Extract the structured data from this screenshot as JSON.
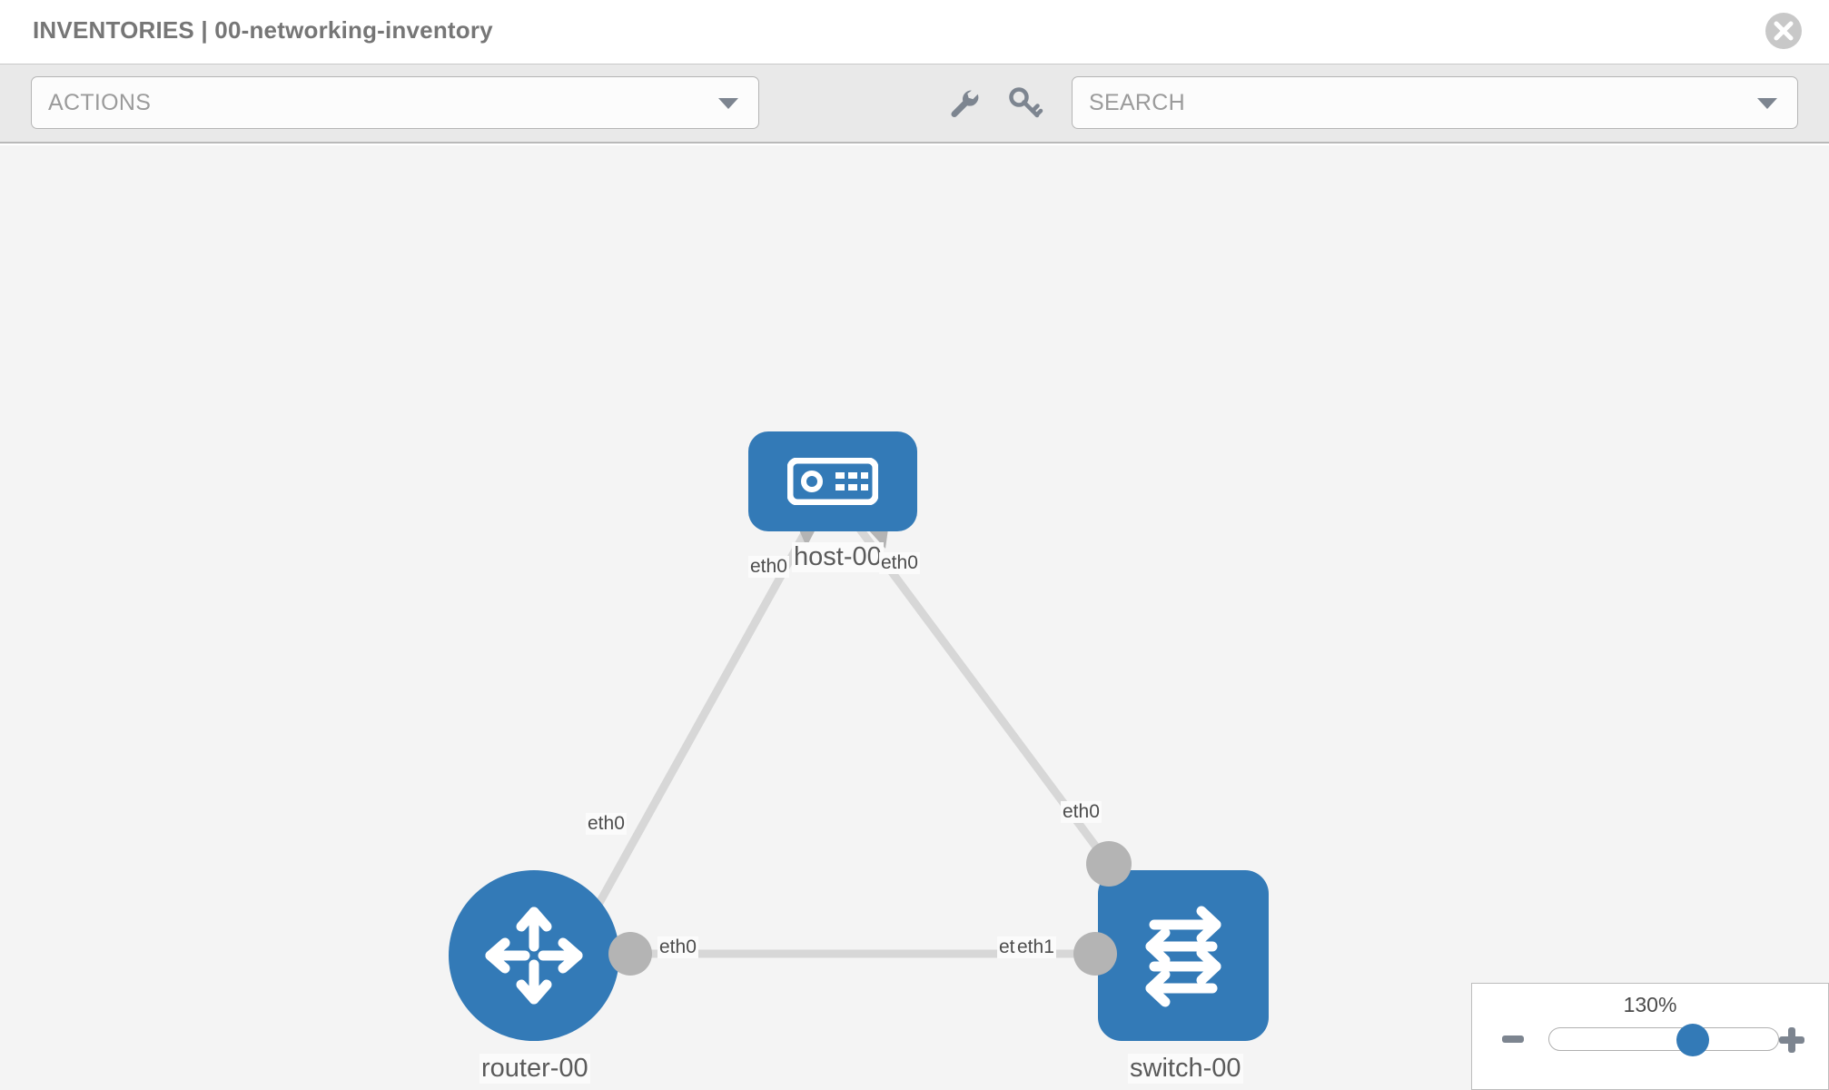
{
  "header": {
    "title": "INVENTORIES | 00-networking-inventory",
    "close_icon": "close-circle-icon"
  },
  "toolbar": {
    "actions": {
      "placeholder": "ACTIONS",
      "caret_icon": "chevron-down-icon"
    },
    "wrench_icon": "wrench-icon",
    "key_icon": "key-icon",
    "search": {
      "placeholder": "SEARCH",
      "caret_icon": "chevron-down-icon"
    }
  },
  "topology": {
    "nodes": [
      {
        "id": "host-00",
        "label": "host-00",
        "icon": "server-appliance-icon",
        "shape": "rounded",
        "color": "#337ab7"
      },
      {
        "id": "router-00",
        "label": "router-00",
        "icon": "router-arrows-icon",
        "shape": "circle",
        "color": "#337ab7"
      },
      {
        "id": "switch-00",
        "label": "switch-00",
        "icon": "switch-arrows-icon",
        "shape": "rounded",
        "color": "#337ab7"
      }
    ],
    "links": [
      {
        "from": "host-00",
        "to": "router-00",
        "from_iface": "eth0",
        "to_iface": "eth0"
      },
      {
        "from": "host-00",
        "to": "switch-00",
        "from_iface": "eth0",
        "to_iface": "eth0"
      },
      {
        "from": "router-00",
        "to": "switch-00",
        "from_iface": "eth0",
        "to_iface": "eth1"
      }
    ],
    "iface_labels": {
      "host_left": "eth0",
      "host_right": "eth0",
      "router_up": "eth0",
      "switch_up": "eth0",
      "router_right": "eth0",
      "switch_left_a": "eth",
      "switch_left_b": "eth1"
    },
    "link_color": "#d7d7d7",
    "connector_color": "#b4b4b4"
  },
  "zoom": {
    "value": "130%",
    "minus_icon": "minus-icon",
    "plus_icon": "plus-icon",
    "thumb_color": "#337ab7"
  }
}
